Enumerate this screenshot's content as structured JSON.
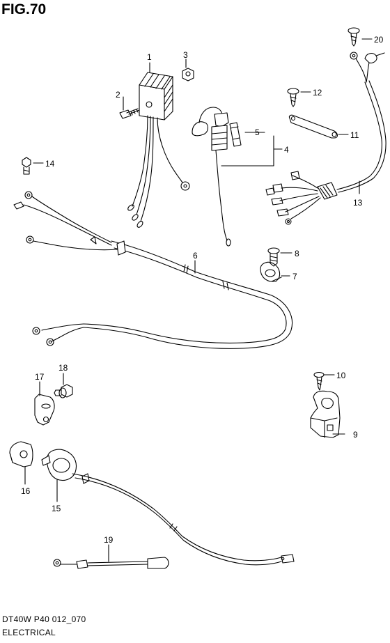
{
  "figure": {
    "title": "FIG.70"
  },
  "footer": {
    "code": "DT40W P40 012_070",
    "title": "ELECTRICAL"
  },
  "callouts": [
    {
      "id": "1",
      "label": "1"
    },
    {
      "id": "2",
      "label": "2"
    },
    {
      "id": "3",
      "label": "3"
    },
    {
      "id": "4",
      "label": "4"
    },
    {
      "id": "5",
      "label": "5"
    },
    {
      "id": "6",
      "label": "6"
    },
    {
      "id": "7",
      "label": "7"
    },
    {
      "id": "8",
      "label": "8"
    },
    {
      "id": "9",
      "label": "9"
    },
    {
      "id": "10",
      "label": "10"
    },
    {
      "id": "11",
      "label": "11"
    },
    {
      "id": "12",
      "label": "12"
    },
    {
      "id": "13",
      "label": "13"
    },
    {
      "id": "14",
      "label": "14"
    },
    {
      "id": "15",
      "label": "15"
    },
    {
      "id": "16",
      "label": "16"
    },
    {
      "id": "17",
      "label": "17"
    },
    {
      "id": "18",
      "label": "18"
    },
    {
      "id": "19",
      "label": "19"
    },
    {
      "id": "20",
      "label": "20"
    }
  ]
}
